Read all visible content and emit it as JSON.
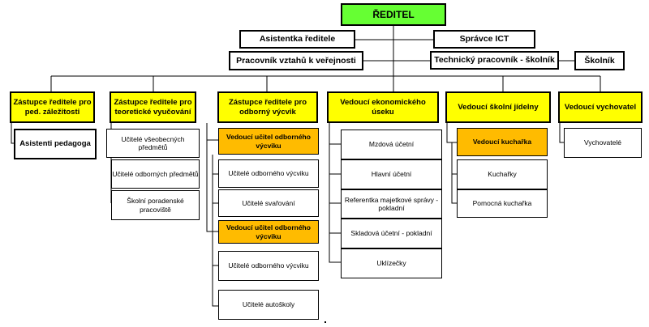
{
  "director": "ŘEDITEL",
  "staff": {
    "assistant": "Asistentka ředitele",
    "ict": "Správce ICT",
    "pr": "Pracovník vztahů k veřejnosti",
    "technical": "Technický pracovník - školník",
    "janitor": "Školník"
  },
  "departments": [
    {
      "head": "Zástupce ředitele pro ped. záležitosti",
      "members": [
        "Asistenti pedagoga"
      ]
    },
    {
      "head": "Zástupce ředitele pro teoretické vyučování",
      "members": [
        "Učitelé všeobecných předmětů",
        "Učitelé odborných předmětů",
        "Školní poradenské pracoviště"
      ]
    },
    {
      "head": "Zástupce ředitele pro odborný výcvik",
      "groups": [
        {
          "lead": "Vedoucí učitel odborného výcviku",
          "members": [
            "Učitelé odborného výcviku",
            "Učitelé svařování"
          ]
        },
        {
          "lead": "Vedoucí učitel odborného výcviku",
          "members": [
            "Učitelé odborného výcviku",
            "Učitelé autoškoly"
          ]
        }
      ]
    },
    {
      "head": "Vedoucí ekonomického úseku",
      "members": [
        "Mzdová účetní",
        "Hlavní účetní",
        "Referentka majetkové správy - pokladní",
        "Skladová účetní - pokladní",
        "Uklízečky"
      ]
    },
    {
      "head": "Vedoucí školní jídelny",
      "lead": "Vedoucí kuchařka",
      "members": [
        "Kuchařky",
        "Pomocná kuchařka"
      ]
    },
    {
      "head": "Vedoucí vychovatel",
      "members": [
        "Vychovatelé"
      ]
    }
  ],
  "colors": {
    "director": "#66ff33",
    "head": "#ffff00",
    "lead": "#ffbb00",
    "member": "#ffffff",
    "line": "#000000"
  }
}
